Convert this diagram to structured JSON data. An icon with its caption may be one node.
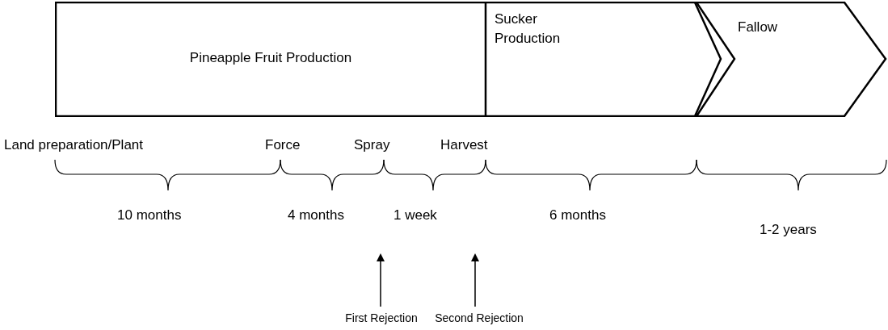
{
  "diagram": {
    "nodes": [
      {
        "text": [
          "Pineapple Fruit Production"
        ]
      },
      {
        "text": [
          "Sucker Production"
        ]
      },
      {
        "text": [
          "Fallow"
        ]
      },
      {
        "text": [
          "First Rejection"
        ]
      },
      {
        "text": [
          "Second Rejection"
        ]
      }
    ],
    "edges": [
      {
        "from": 3,
        "to": null,
        "arrow": "to"
      },
      {
        "from": 4,
        "to": null,
        "arrow": "to"
      }
    ],
    "labels": [
      "Land preparation/Plant",
      "Force",
      "Spray",
      "Harvest",
      "10 months",
      "4 months",
      "1 week",
      "6 months",
      "1-2 years"
    ]
  }
}
